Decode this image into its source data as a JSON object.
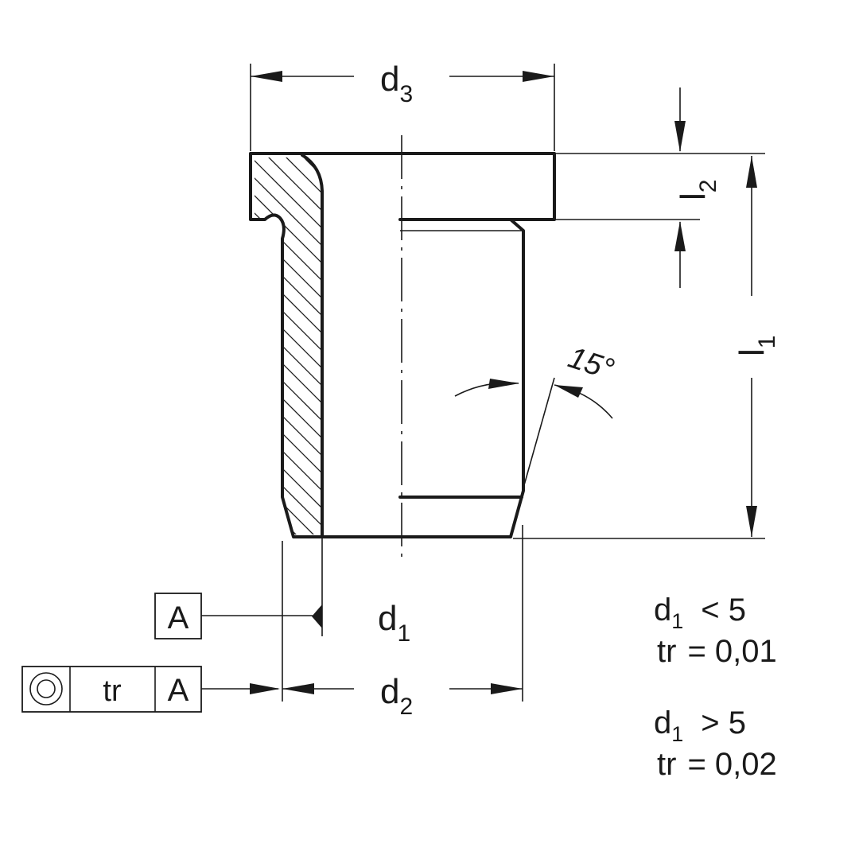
{
  "dimensions": {
    "d3": {
      "base": "d",
      "sub": "3"
    },
    "d1": {
      "base": "d",
      "sub": "1"
    },
    "d2": {
      "base": "d",
      "sub": "2"
    },
    "l1": {
      "base": "l",
      "sub": "1"
    },
    "l2": {
      "base": "l",
      "sub": "2"
    },
    "angle": "15°"
  },
  "datum": {
    "label": "A"
  },
  "tolerance_frame": {
    "symbol": "concentricity-icon",
    "value": "tr",
    "datum": "A"
  },
  "notes": [
    {
      "var": "d",
      "sub": "1",
      "relation": "< 5",
      "tol_var": "tr",
      "tol_value": "= 0,01"
    },
    {
      "var": "d",
      "sub": "1",
      "relation": "> 5",
      "tol_var": "tr",
      "tol_value": "= 0,02"
    }
  ]
}
